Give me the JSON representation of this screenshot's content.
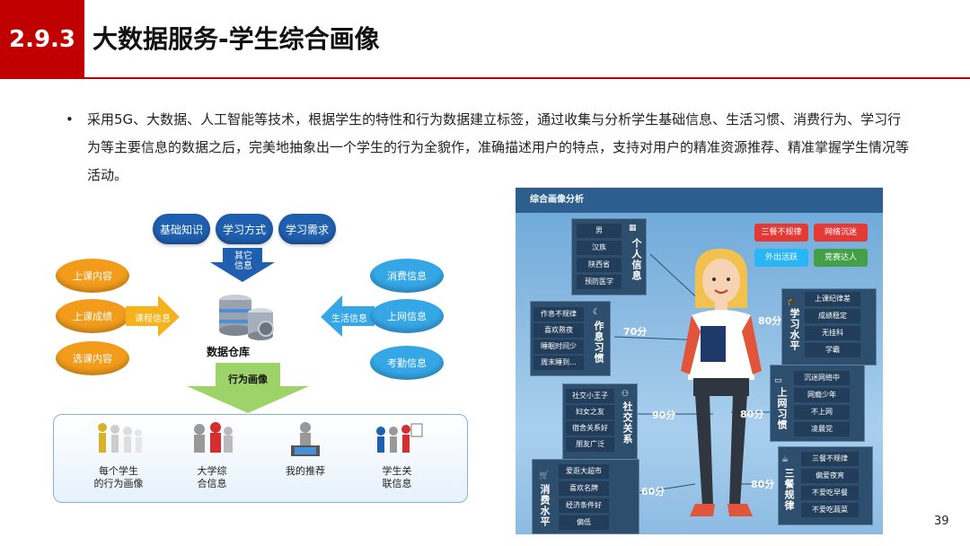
{
  "header": {
    "number": "2.9.3",
    "title": "大数据服务-学生综合画像"
  },
  "bullet": {
    "marker": "•",
    "text": "采用5G、大数据、人工智能等技术，根据学生的特性和行为数据建立标签，通过收集与分析学生基础信息、生活习惯、消费行为、学习行为等主要信息的数据之后，完美地抽象出一个学生的行为全貌作，准确描述用户的特点，支持对用户的精准资源推荐、精准掌握学生情况等活动。"
  },
  "diagram": {
    "top_pills": [
      "基础知识",
      "学习方式",
      "学习需求"
    ],
    "top_arrow_label": "其它\n信息",
    "left_ovals": [
      "上课内容",
      "上课成绩",
      "选课内容"
    ],
    "left_arrow_label": "课程信息",
    "right_ovals": [
      "消费信息",
      "上网信息",
      "考勤信息"
    ],
    "right_arrow_label": "生活信息",
    "center_label": "数据仓库",
    "down_arrow_label": "行为画像",
    "bottom_items": [
      {
        "line1": "每个学生",
        "line2": "的行为画像"
      },
      {
        "line1": "大学综",
        "line2": "合信息"
      },
      {
        "line1": "我的推荐",
        "line2": ""
      },
      {
        "line1": "学生关",
        "line2": "联信息"
      }
    ]
  },
  "portrait": {
    "title": "综合画像分析",
    "personal": {
      "title": "个人信息",
      "items": [
        "男",
        "汉族",
        "陕西省",
        "预防医学"
      ]
    },
    "schedule": {
      "title": "作息习惯",
      "items": [
        "作息不规律",
        "喜欢熬夜",
        "睡眠时间少",
        "周末睡到..."
      ],
      "score": "70分"
    },
    "social": {
      "title": "社交关系",
      "items": [
        "社交小王子",
        "妇女之友",
        "宿舍关系好",
        "朋友广泛"
      ],
      "score": "90分"
    },
    "consumption": {
      "title": "消费水平",
      "items": [
        "爱逛大超市",
        "喜欢名牌",
        "经济条件好",
        "偏低"
      ],
      "score": "60分"
    },
    "study": {
      "title": "学习水平",
      "items": [
        "上课纪律差",
        "成绩稳定",
        "无挂科",
        "学霸"
      ],
      "score": "80分"
    },
    "internet": {
      "title": "上网习惯",
      "items": [
        "沉迷网络中",
        "网瘾少年",
        "不上网",
        "凌晨党"
      ],
      "score": "80分"
    },
    "meals": {
      "title": "三餐规律",
      "items": [
        "三餐不规律",
        "偏爱夜宵",
        "不爱吃早餐",
        "不爱吃蔬菜"
      ],
      "score": "80分"
    },
    "tags": [
      {
        "label": "三餐不规律",
        "color": "#e53935"
      },
      {
        "label": "网络沉迷",
        "color": "#e53935"
      },
      {
        "label": "外出活跃",
        "color": "#29b6f6"
      },
      {
        "label": "竞赛达人",
        "color": "#43a047"
      }
    ]
  },
  "page_number": "39"
}
